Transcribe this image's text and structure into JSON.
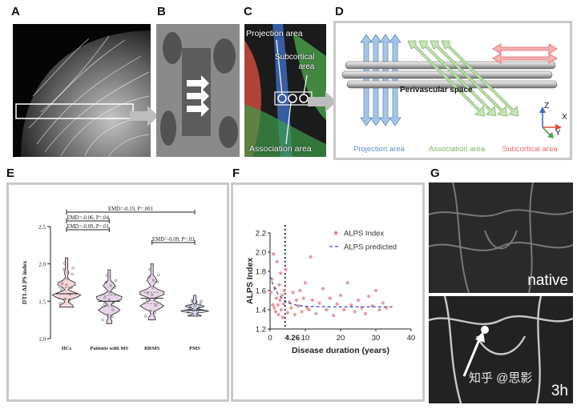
{
  "panels": {
    "A": "A",
    "B": "B",
    "C": "C",
    "D": "D",
    "E": "E",
    "F": "F",
    "G": "G"
  },
  "panel_c": {
    "projection": "Projection area",
    "subcortical_line1": "Subcortical",
    "subcortical_line2": "area",
    "association": "Association area"
  },
  "panel_d": {
    "perivascular": "Perivascular space",
    "projection": "Projection area",
    "association": "Association area",
    "subcortical": "Subcortical area",
    "axis_z": "Z",
    "axis_x": "X",
    "axis_y": "Y",
    "colors": {
      "projection": "#5b8fc7",
      "association": "#7fb56a",
      "subcortical": "#e46a6a"
    }
  },
  "panel_g": {
    "native": "native",
    "watermark": "知乎 @思影",
    "corner": "3h"
  },
  "chart_data": [
    {
      "type": "violin",
      "ylabel": "DTI-ALPS index",
      "ylim": [
        1.0,
        2.5
      ],
      "yticks": [
        "1.0",
        "1.5",
        "2.0",
        "2.5"
      ],
      "categories": [
        "HCs",
        "Patients with MS",
        "RRMS",
        "PMS"
      ],
      "medians": [
        1.6,
        1.5,
        1.54,
        1.38
      ],
      "ranges": [
        [
          1.42,
          2.08
        ],
        [
          1.2,
          1.92
        ],
        [
          1.25,
          2.0
        ],
        [
          1.3,
          1.58
        ]
      ],
      "annotations": [
        {
          "text": "EMD=-0.19, P=.001",
          "from": 0,
          "to": 3
        },
        {
          "text": "EMD=-0.06, P=.04",
          "from": 0,
          "to": 1
        },
        {
          "text": "EMD=-0.09, P=.01",
          "from": 0,
          "to": 1
        },
        {
          "text": "EMD=-0.09, P=.03",
          "from": 2,
          "to": 3
        }
      ]
    },
    {
      "type": "scatter",
      "xlabel": "Disease duration (years)",
      "ylabel": "ALPS Index",
      "xlim": [
        0,
        40
      ],
      "ylim": [
        1.2,
        2.2
      ],
      "xticks": [
        "0",
        "10",
        "20",
        "30",
        "40"
      ],
      "yticks": [
        "1.2",
        "1.4",
        "1.6",
        "1.8",
        "2.0",
        "2.2"
      ],
      "vline_x": 4.26,
      "vline_label": "4.26",
      "legend": [
        "ALPS Index",
        "ALPS predicted"
      ],
      "points": [
        [
          0.3,
          1.58
        ],
        [
          0.5,
          1.72
        ],
        [
          0.8,
          1.45
        ],
        [
          1.0,
          1.98
        ],
        [
          1.2,
          1.42
        ],
        [
          1.4,
          1.62
        ],
        [
          1.6,
          1.38
        ],
        [
          1.8,
          1.52
        ],
        [
          2.0,
          1.9
        ],
        [
          2.2,
          1.45
        ],
        [
          2.4,
          1.35
        ],
        [
          2.6,
          1.66
        ],
        [
          2.8,
          1.5
        ],
        [
          3.0,
          1.78
        ],
        [
          3.2,
          1.4
        ],
        [
          3.4,
          1.55
        ],
        [
          3.6,
          1.32
        ],
        [
          3.8,
          1.46
        ],
        [
          4.0,
          1.6
        ],
        [
          4.5,
          1.82
        ],
        [
          5,
          1.37
        ],
        [
          5.5,
          1.48
        ],
        [
          6,
          1.42
        ],
        [
          6.5,
          1.58
        ],
        [
          7,
          1.35
        ],
        [
          7.5,
          1.5
        ],
        [
          8,
          1.44
        ],
        [
          8.5,
          1.6
        ],
        [
          9,
          1.38
        ],
        [
          9.5,
          1.52
        ],
        [
          10,
          1.68
        ],
        [
          10.5,
          1.42
        ],
        [
          11,
          1.4
        ],
        [
          11.5,
          1.95
        ],
        [
          12,
          1.5
        ],
        [
          13,
          1.36
        ],
        [
          14,
          1.47
        ],
        [
          15,
          1.62
        ],
        [
          16,
          1.4
        ],
        [
          17,
          1.52
        ],
        [
          18,
          1.34
        ],
        [
          19,
          1.46
        ],
        [
          20,
          1.55
        ],
        [
          21,
          1.4
        ],
        [
          22,
          1.68
        ],
        [
          23,
          1.45
        ],
        [
          24,
          1.38
        ],
        [
          25,
          1.5
        ],
        [
          26,
          1.42
        ],
        [
          27,
          1.36
        ],
        [
          28,
          1.54
        ],
        [
          29,
          1.44
        ],
        [
          30,
          1.6
        ],
        [
          31,
          1.4
        ],
        [
          32,
          1.47
        ],
        [
          33,
          1.42
        ]
      ]
    }
  ]
}
